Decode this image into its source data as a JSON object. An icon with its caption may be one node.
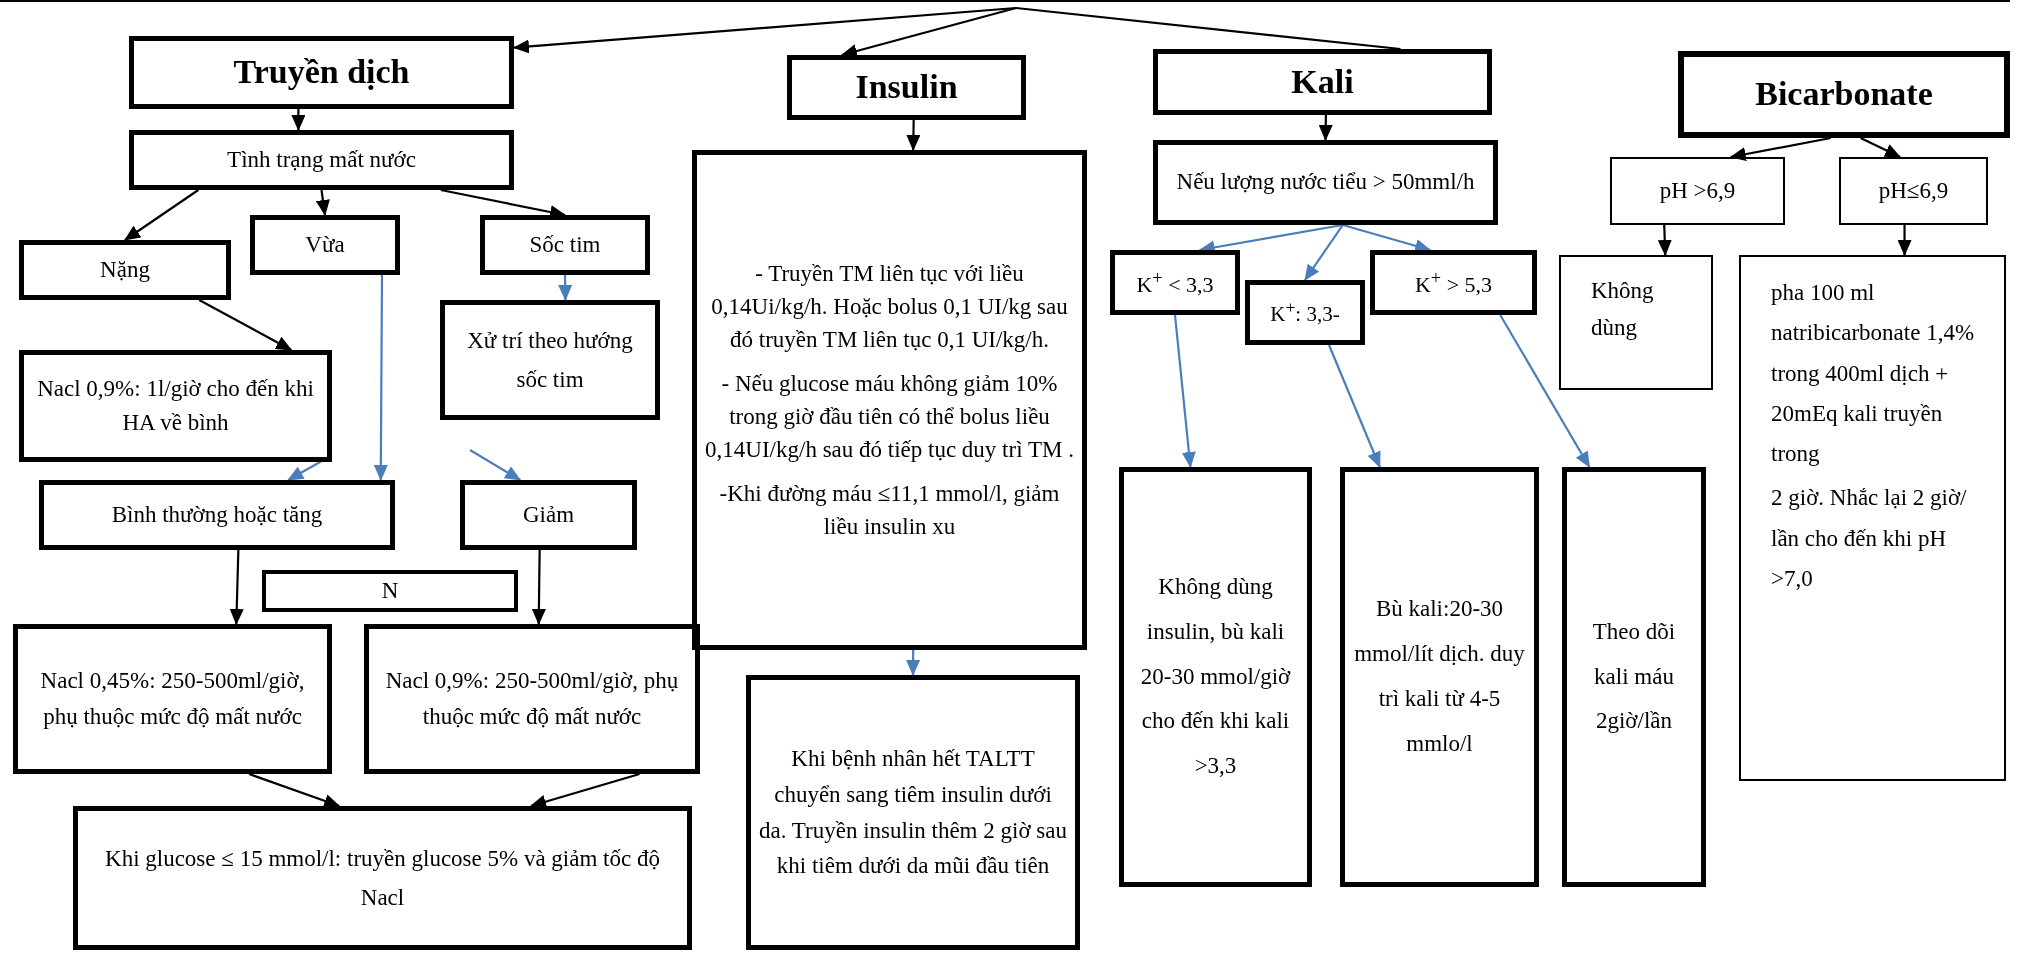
{
  "diagram": {
    "nodes": [
      {
        "text": [
          "Truyền dịch"
        ]
      },
      {
        "text": [
          "Tình trạng mất nước"
        ]
      },
      {
        "text": [
          "Nặng"
        ]
      },
      {
        "text": [
          "Vừa"
        ]
      },
      {
        "text": [
          "Sốc tim"
        ]
      },
      {
        "text": [
          "Xử trí theo hướng sốc tim"
        ]
      },
      {
        "text": [
          "Nacl 0,9%: 1l/giờ cho đến khi HA về bình"
        ]
      },
      {
        "text": [
          "Bình thường hoặc tăng"
        ]
      },
      {
        "text": [
          "Giảm"
        ]
      },
      {
        "text": [
          "N"
        ]
      },
      {
        "text": [
          "Nacl 0,45%: 250-500ml/giờ, phụ thuộc mức độ mất nước"
        ]
      },
      {
        "text": [
          "Nacl 0,9%: 250-500ml/giờ, phụ thuộc mức độ mất nước"
        ]
      },
      {
        "text": [
          "Khi glucose ≤ 15 mmol/l: truyền glucose 5% và giảm tốc độ Nacl"
        ]
      },
      {
        "text": [
          "Insulin"
        ]
      },
      {
        "text": [
          "- Truyền TM liên tục với liều 0,14Ui/kg/h. Hoặc bolus 0,1 UI/kg sau đó truyền TM liên tục 0,1 UI/kg/h.",
          "- Nếu glucose máu không giảm 10% trong giờ đầu tiên có thể bolus liều 0,14UI/kg/h sau đó tiếp tục duy trì TM .",
          "-Khi đường máu ≤11,1 mmol/l, giảm liều insulin xu"
        ]
      },
      {
        "text": [
          "Khi bệnh nhân hết TALTT chuyển sang tiêm insulin dưới da. Truyền insulin thêm 2 giờ sau khi tiêm dưới da mũi đầu tiên"
        ]
      },
      {
        "text": [
          "Kali"
        ]
      },
      {
        "text": [
          "Nếu lượng nước tiểu > 50mml/h"
        ]
      },
      {
        "text": [
          "K$^{+}$ < 3,3"
        ]
      },
      {
        "text": [
          "K$^{+}$: 3,3-"
        ]
      },
      {
        "text": [
          "K$^{+}$ > 5,3"
        ]
      },
      {
        "text": [
          "Không dùng insulin, bù kali 20-30 mmol/giờ cho đến khi kali >3,3"
        ]
      },
      {
        "text": [
          "Bù kali:20-30 mmol/lít dịch. duy trì kali từ 4-5 mmlo/l"
        ]
      },
      {
        "text": [
          "Theo dõi kali máu 2giờ/lần"
        ]
      },
      {
        "text": [
          "Bicarbonate"
        ]
      },
      {
        "text": [
          "pH >6,9"
        ]
      },
      {
        "text": [
          "pH≤6,9"
        ]
      },
      {
        "text": [
          "Không dùng"
        ]
      },
      {
        "text": [
          "pha 100 ml natribicarbonate 1,4% trong 400ml dịch + 20mEq kali truyền trong",
          "2 giờ. Nhắc lại 2 giờ/ lần cho đến khi pH >7,0"
        ]
      }
    ],
    "edges": [
      {
        "from": null,
        "to": 0,
        "arrow": "to"
      },
      {
        "from": null,
        "to": 13,
        "arrow": "to"
      },
      {
        "from": null,
        "to": 16,
        "arrow": "none"
      },
      {
        "from": 0,
        "to": 1,
        "arrow": "to"
      },
      {
        "from": 1,
        "to": 2,
        "arrow": "to"
      },
      {
        "from": 1,
        "to": 3,
        "arrow": "to"
      },
      {
        "from": 1,
        "to": 4,
        "arrow": "to"
      },
      {
        "from": 4,
        "to": 5,
        "arrow": "to",
        "color": "#4a7ebb"
      },
      {
        "from": 3,
        "to": 7,
        "arrow": "to",
        "color": "#4a7ebb"
      },
      {
        "from": 2,
        "to": 6,
        "arrow": "to"
      },
      {
        "from": 6,
        "to": 7,
        "arrow": "to",
        "color": "#4a7ebb"
      },
      {
        "from": null,
        "to": 8,
        "arrow": "to",
        "color": "#4a7ebb"
      },
      {
        "from": 7,
        "to": 10,
        "arrow": "to"
      },
      {
        "from": 8,
        "to": 11,
        "arrow": "to"
      },
      {
        "from": 10,
        "to": 12,
        "arrow": "to"
      },
      {
        "from": 11,
        "to": 12,
        "arrow": "to"
      },
      {
        "from": 13,
        "to": 14,
        "arrow": "to"
      },
      {
        "from": 14,
        "to": 15,
        "arrow": "to",
        "color": "#4a7ebb"
      },
      {
        "from": 16,
        "to": 17,
        "arrow": "to"
      },
      {
        "from": 17,
        "to": 18,
        "arrow": "to",
        "color": "#4a7ebb"
      },
      {
        "from": 17,
        "to": 20,
        "arrow": "to",
        "color": "#4a7ebb"
      },
      {
        "from": 17,
        "to": 19,
        "arrow": "to",
        "color": "#4a7ebb"
      },
      {
        "from": 19,
        "to": 22,
        "arrow": "to",
        "color": "#4a7ebb"
      },
      {
        "from": 18,
        "to": 21,
        "arrow": "to",
        "color": "#4a7ebb"
      },
      {
        "from": 20,
        "to": 23,
        "arrow": "to",
        "color": "#4a7ebb"
      },
      {
        "from": 24,
        "to": 25,
        "arrow": "to"
      },
      {
        "from": 24,
        "to": 26,
        "arrow": "to"
      },
      {
        "from": 25,
        "to": 27,
        "arrow": "to"
      },
      {
        "from": 26,
        "to": 28,
        "arrow": "to"
      }
    ]
  }
}
